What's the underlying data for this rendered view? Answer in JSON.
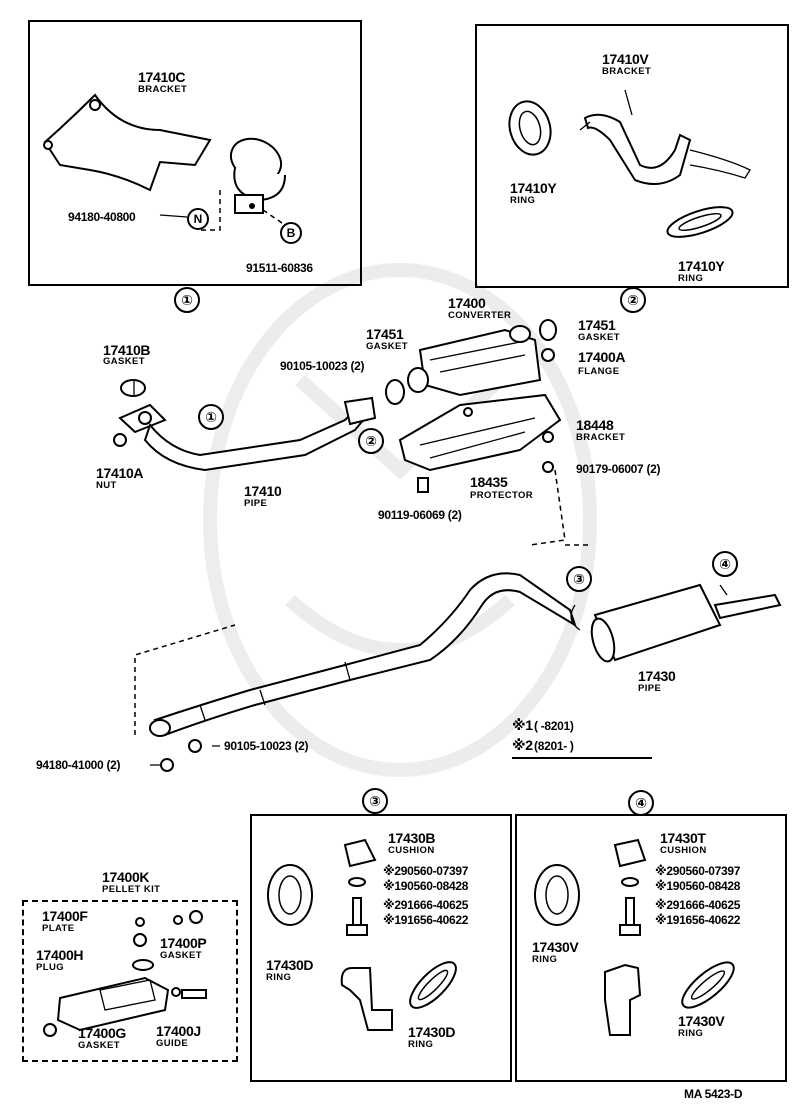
{
  "boxes": {
    "box1": {
      "marker": "①",
      "bracket": {
        "number": "17410C",
        "name": "BRACKET"
      },
      "nut": {
        "number": "94180-40800"
      },
      "bolt": {
        "number": "91511-60836"
      }
    },
    "box2": {
      "marker": "②",
      "bracket": {
        "number": "17410V",
        "name": "BRACKET"
      },
      "ring_left": {
        "number": "17410Y",
        "name": "RING"
      },
      "ring_right": {
        "number": "17410Y",
        "name": "RING"
      }
    },
    "box3": {
      "marker": "③",
      "cushion": {
        "number": "17430B",
        "name": "CUSHION"
      },
      "washer": [
        "※290560-07397",
        "※190560-08428"
      ],
      "bolt": [
        "※291666-40625",
        "※191656-40622"
      ],
      "ring_left": {
        "number": "17430D",
        "name": "RING"
      },
      "ring_right": {
        "number": "17430D",
        "name": "RING"
      }
    },
    "box4": {
      "marker": "④",
      "cushion": {
        "number": "17430T",
        "name": "CUSHION"
      },
      "washer": [
        "※290560-07397",
        "※190560-08428"
      ],
      "bolt": [
        "※291666-40625",
        "※191656-40622"
      ],
      "ring_left": {
        "number": "17430V",
        "name": "RING"
      },
      "ring_right": {
        "number": "17430V",
        "name": "RING"
      }
    },
    "pellet_kit": {
      "number": "17400K",
      "name": "PELLET KIT",
      "plate": {
        "number": "17400F",
        "name": "PLATE"
      },
      "plug": {
        "number": "17400H",
        "name": "PLUG"
      },
      "gasket_p": {
        "number": "17400P",
        "name": "GASKET"
      },
      "gasket_g": {
        "number": "17400G",
        "name": "GASKET"
      },
      "guide": {
        "number": "17400J",
        "name": "GUIDE"
      }
    }
  },
  "main": {
    "gasket_b": {
      "number": "17410B",
      "name": "GASKET"
    },
    "nut_a": {
      "number": "17410A",
      "name": "NUT"
    },
    "pipe": {
      "number": "17410",
      "name": "PIPE"
    },
    "bolt_top": {
      "number": "90105-10023 (2)"
    },
    "gasket_451_left": {
      "number": "17451",
      "name": "GASKET"
    },
    "converter": {
      "number": "17400",
      "name": "CONVERTER"
    },
    "gasket_451_right": {
      "number": "17451",
      "name": "GASKET"
    },
    "flange": {
      "number": "17400A",
      "name": "FLANGE"
    },
    "bracket_448": {
      "number": "18448",
      "name": "BRACKET"
    },
    "nut_179": {
      "number": "90179-06007 (2)"
    },
    "protector": {
      "number": "18435",
      "name": "PROTECTOR"
    },
    "bolt_119": {
      "number": "90119-06069 (2)"
    },
    "tail_pipe": {
      "number": "17430",
      "name": "PIPE"
    },
    "nut_lower": {
      "number": "94180-41000 (2)"
    },
    "bolt_lower": {
      "number": "90105-10023 (2)"
    },
    "markers": {
      "m1": "①",
      "m2": "②",
      "m3": "③",
      "m4": "④",
      "nut_n": "N",
      "bolt_b": "B"
    }
  },
  "legend": {
    "row1_mark": "※1",
    "row1_text": "(      -8201)",
    "row2_mark": "※2",
    "row2_text": "(8201-       )"
  },
  "footer": {
    "code": "MA  5423-D"
  }
}
